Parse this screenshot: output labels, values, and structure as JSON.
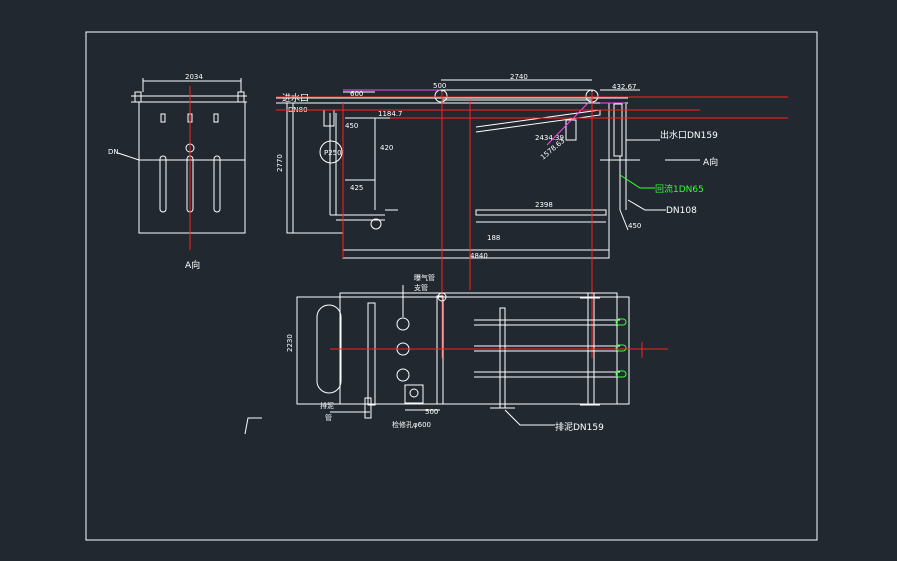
{
  "views": {
    "end": {
      "dim_top": "2034",
      "caption": "A向"
    },
    "elevation": {
      "dim_top": "2740",
      "dim_top_right": "432.67",
      "dim_600": "600",
      "dim_overall": "4840",
      "dim_height": "2770",
      "dim_1184": "1184.7",
      "dim_2434": "2434.39",
      "dim_2398": "2398",
      "dim_420": "420",
      "dim_425": "425",
      "dim_450": "450",
      "dim_500": "500",
      "dim_450b": "450",
      "dim_188": "188",
      "dim_angle": "1578.63",
      "inlet_label": "进水口",
      "dn80_label": "DN80",
      "outlet_label": "出水口DN159",
      "return_label": "回流1DN65",
      "dn108_label": "DN108",
      "direction_label": "A向",
      "inner_label": "P250"
    },
    "plan": {
      "dim_left": "2230",
      "dim_bottom": "500",
      "label_top": "曝气管",
      "label_top2": "支管",
      "label_left": "排泥",
      "label_left2": "管",
      "label_bottom": "检修孔φ600",
      "label_right": "排泥DN159"
    }
  }
}
